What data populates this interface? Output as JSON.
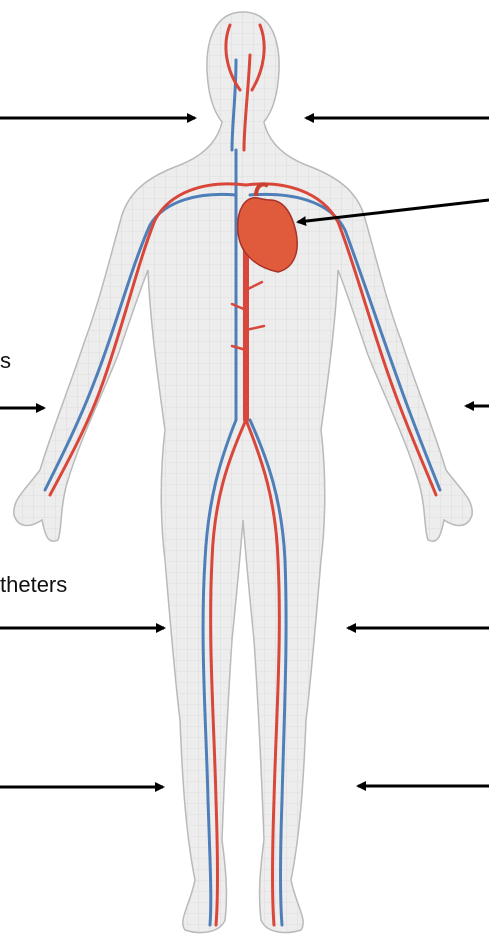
{
  "labels": {
    "left_mid": "s",
    "left_lower": "theters"
  },
  "colors": {
    "artery": "#d9473b",
    "vein": "#4f7fb8",
    "heart": "#e05a3c",
    "skin": "#ededed",
    "grid": "#c9c9c9",
    "arrow": "#000000"
  },
  "icons": [
    "arrow-right",
    "arrow-left",
    "heart",
    "body-figure"
  ]
}
